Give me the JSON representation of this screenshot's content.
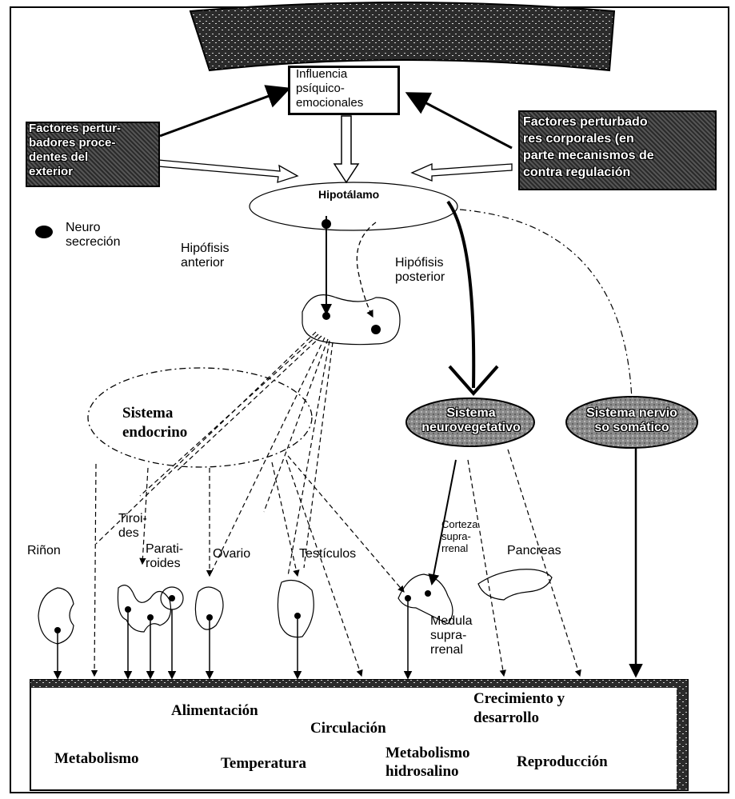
{
  "top_box": {
    "text": "Influencia\npsíquico-\nemocionales"
  },
  "left_box": {
    "text": "Factores pertur-\nbadores proce-\ndentes del\nexterior"
  },
  "right_box": {
    "text": "Factores perturbado\nres corporales (en\nparte mecanismos de\ncontra regulación"
  },
  "hipotalamo": "Hipotálamo",
  "legend": {
    "text": "Neuro\nsecreción"
  },
  "hipofisis_anterior": "Hipófisis\nanterior",
  "hipofisis_posterior": "Hipófisis\nposterior",
  "sistema_endocrino": "Sistema\nendocrino",
  "sistema_neurovegetativo": "Sistema\nneurovegetativo",
  "sistema_nervioso_somatico": "Sistema nervio\nso somático",
  "organs": {
    "rinon": "Riñon",
    "tiroides": "Tiroi-\ndes",
    "paratiroides": "Parati-\nroides",
    "ovario": "Ovario",
    "testiculos": "Testículos",
    "corteza": "Corteza\nsupra-\nrrenal",
    "pancreas": "Pancreas",
    "medula": "Medula\nsupra-\nrrenal"
  },
  "functions": {
    "alimentacion": "Alimentación",
    "circulacion": "Circulación",
    "crecimiento": "Crecimiento y\ndesarrollo",
    "metabolismo": "Metabolismo",
    "temperatura": "Temperatura",
    "metabolismo_hidrosalino": "Metabolismo\nhidrosalino",
    "reproduccion": "Reproducción"
  }
}
